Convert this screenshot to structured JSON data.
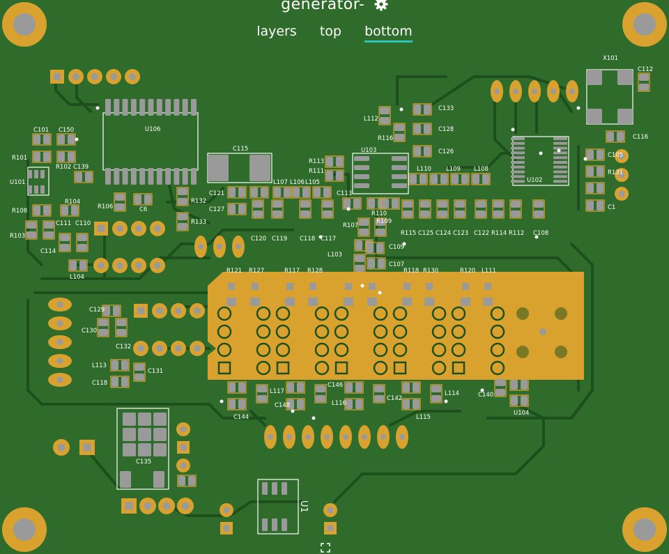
{
  "app": {
    "title": "generator-"
  },
  "tabs": [
    {
      "label": "layers",
      "active": false
    },
    {
      "label": "top",
      "active": false
    },
    {
      "label": "bottom",
      "active": true
    }
  ],
  "colors": {
    "board": "#2f6b2a",
    "trace": "#1c4f1c",
    "copper": "#d9a22f",
    "pad": "#9a9a9a",
    "silk": "#ffffff",
    "accent": "#2ec4b6"
  },
  "icons": {
    "settings": "gear-icon",
    "fullscreen": "fullscreen-icon"
  },
  "designators": [
    "C101",
    "C150",
    "R101",
    "R102",
    "C139",
    "U101",
    "R108",
    "R104",
    "R103",
    "C114",
    "C111",
    "C110",
    "L104",
    "U106",
    "R106",
    "C6",
    "R132",
    "R133",
    "C115",
    "C121",
    "C127",
    "L107",
    "L106",
    "L105",
    "R113",
    "R111",
    "C113",
    "C120",
    "C119",
    "C118",
    "C117",
    "U103",
    "L112",
    "R116",
    "C133",
    "C128",
    "C126",
    "L110",
    "L109",
    "L108",
    "R110",
    "R107",
    "R109",
    "C109",
    "L103",
    "C107",
    "R115",
    "C125",
    "C124",
    "C123",
    "C122",
    "R114",
    "R112",
    "C108",
    "U102",
    "X101",
    "C112",
    "C116",
    "C105",
    "C1",
    "R131",
    "R121",
    "R127",
    "R117",
    "R128",
    "R118",
    "R130",
    "R120",
    "L111",
    "C129",
    "C130",
    "C132",
    "L113",
    "C131",
    "C118",
    "L117",
    "C146",
    "C148",
    "C144",
    "L116",
    "C142",
    "L115",
    "L114",
    "C140",
    "U104",
    "C135",
    "U1"
  ]
}
